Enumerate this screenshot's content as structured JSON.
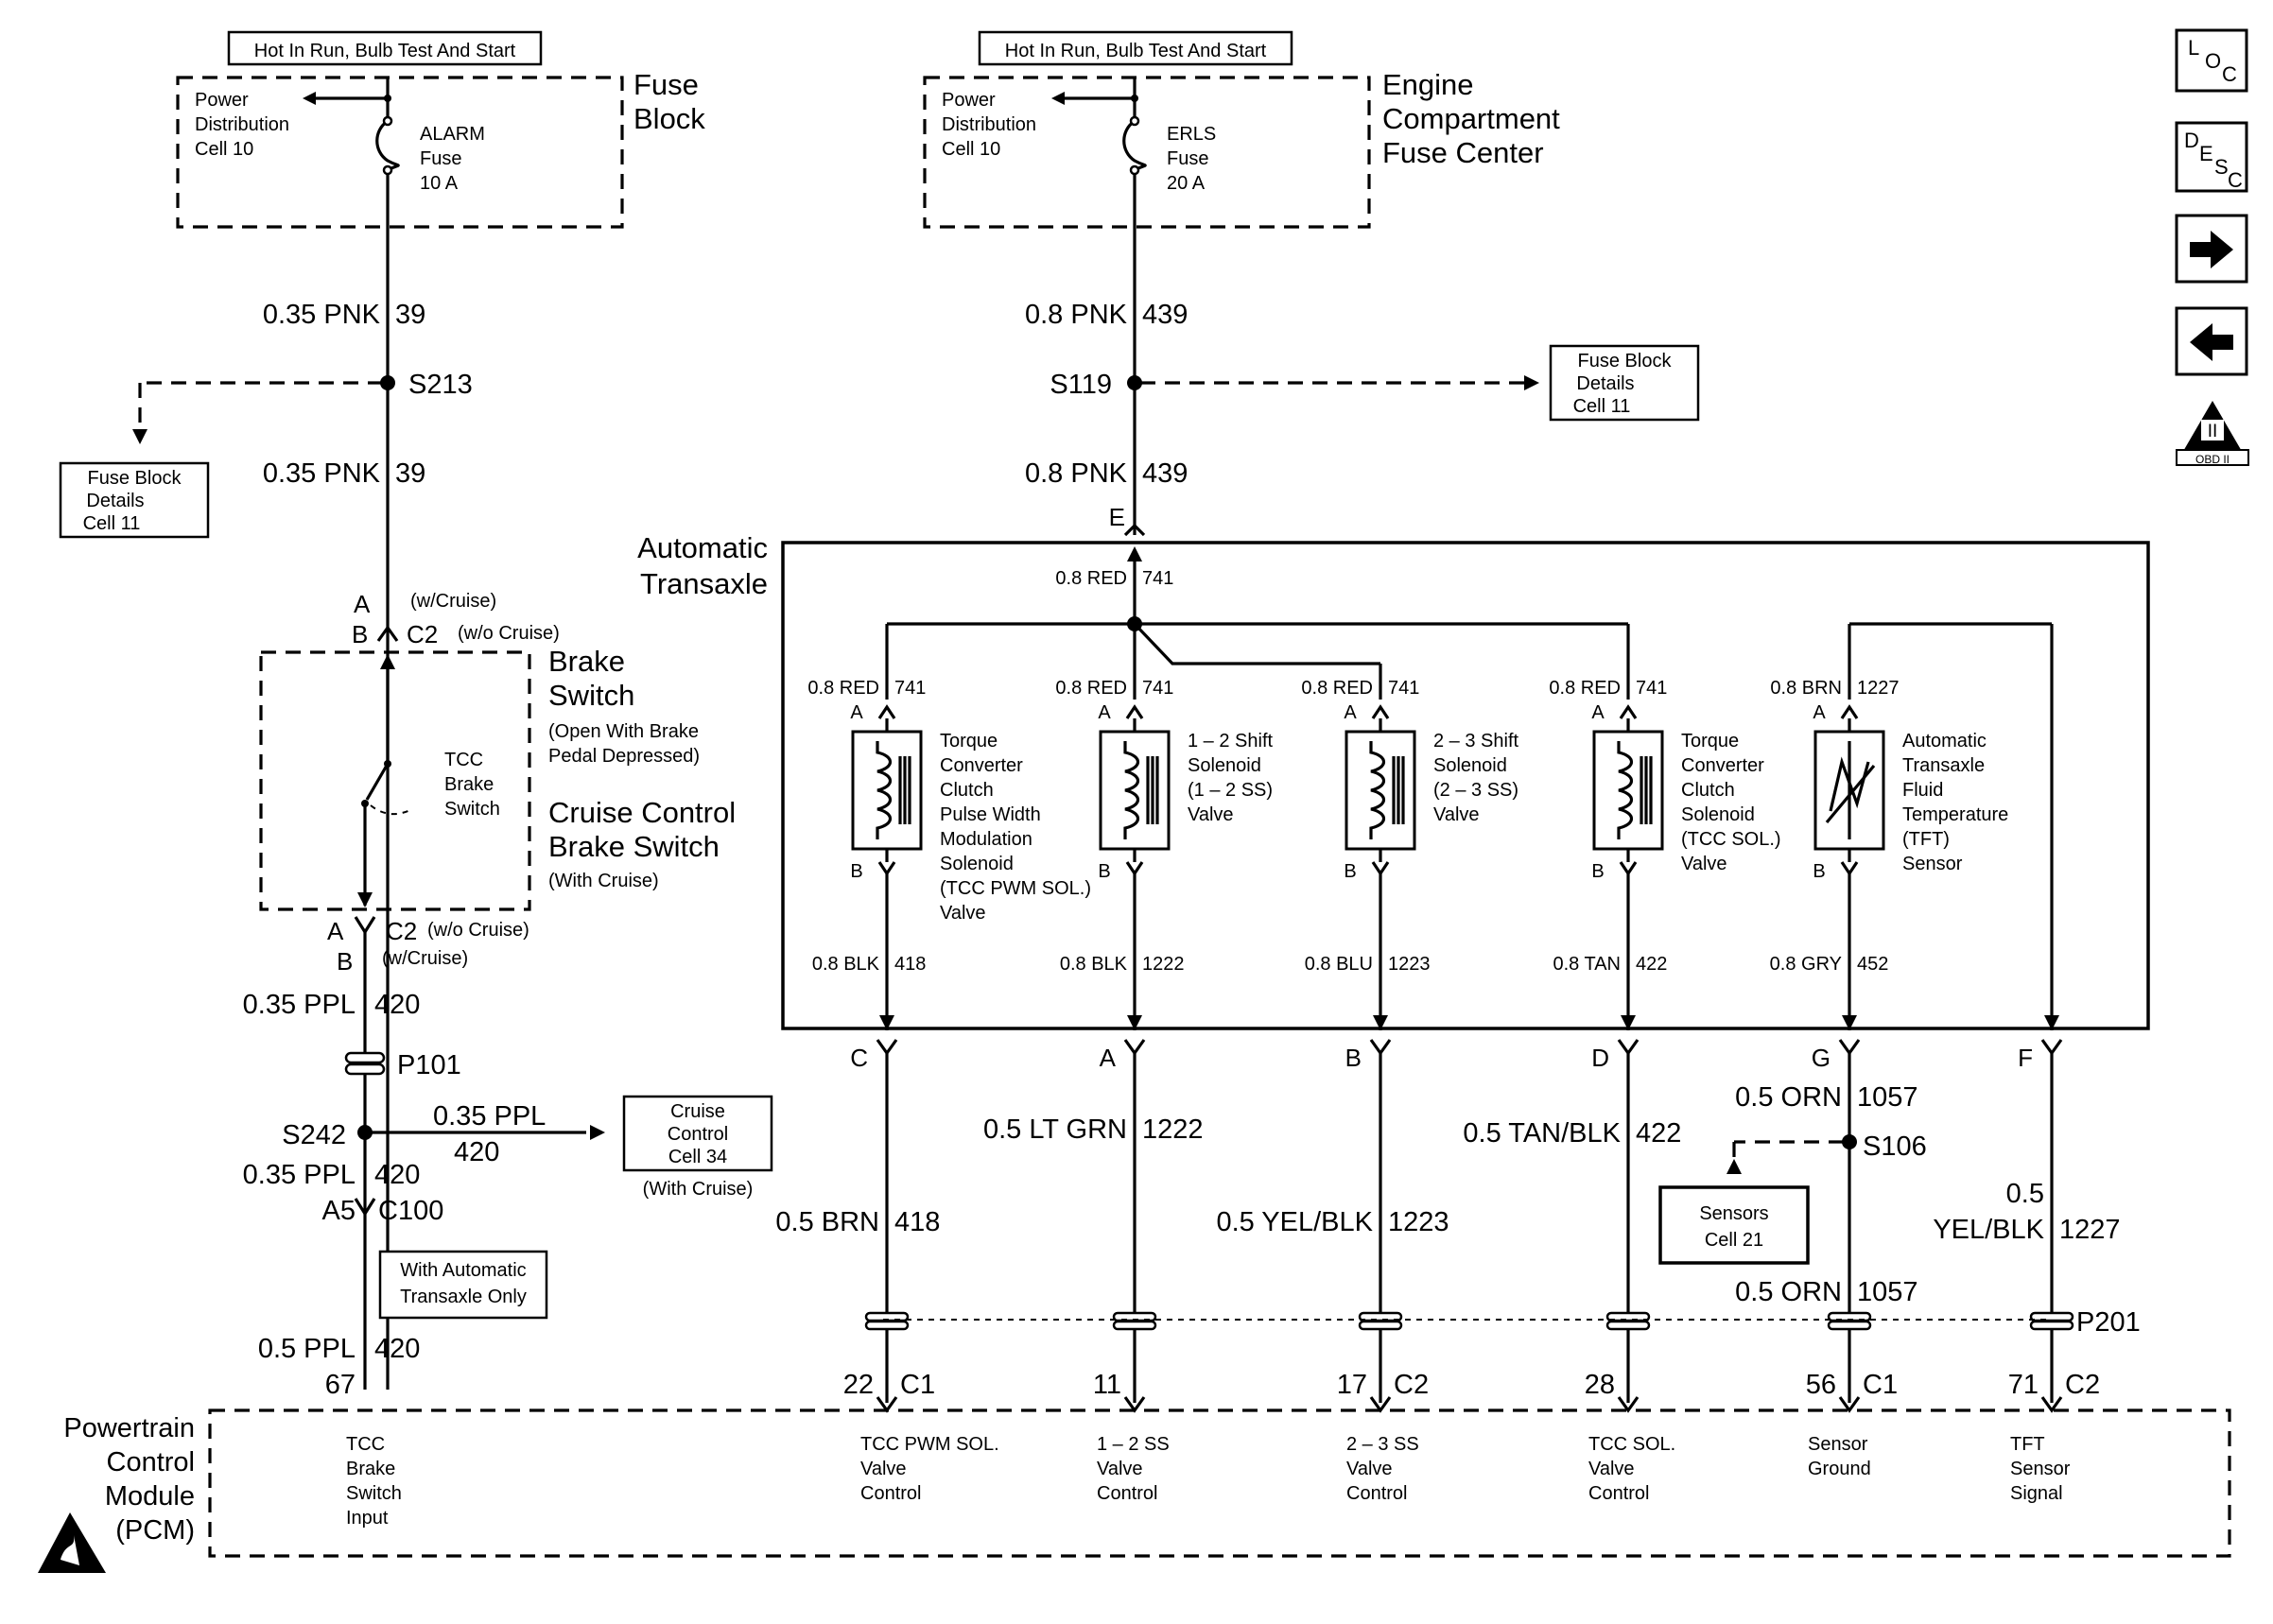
{
  "fuse_left": {
    "supply_label": "Hot In Run, Bulb Test And Start",
    "block_title": [
      "Fuse",
      "Block"
    ],
    "power_distribution": [
      "Power",
      "Distribution",
      "Cell 10"
    ],
    "fuse": [
      "ALARM",
      "Fuse",
      "10 A"
    ]
  },
  "fuse_right": {
    "supply_label": "Hot In Run, Bulb Test And Start",
    "block_title": [
      "Engine",
      "Compartment",
      "Fuse Center"
    ],
    "power_distribution": [
      "Power",
      "Distribution",
      "Cell 10"
    ],
    "fuse": [
      "ERLS",
      "Fuse",
      "20 A"
    ]
  },
  "left_circuit": {
    "wire1": {
      "gauge_color": "0.35 PNK",
      "circuit": "39"
    },
    "splice": "S213",
    "wire2": {
      "gauge_color": "0.35 PNK",
      "circuit": "39"
    },
    "ref_box": [
      "Fuse Block",
      "Details",
      "Cell 11"
    ],
    "conn_top_a": "A",
    "conn_top_a_note": "(w/Cruise)",
    "conn_top_b": "B",
    "conn_top_c2": "C2",
    "conn_top_b_note": "(w/o Cruise)",
    "brake_switch_title": [
      "Brake",
      "Switch"
    ],
    "brake_switch_note": [
      "(Open With Brake",
      "Pedal Depressed)"
    ],
    "tcc_switch": [
      "TCC",
      "Brake",
      "Switch"
    ],
    "cruise_switch_title": [
      "Cruise Control",
      "Brake Switch"
    ],
    "cruise_switch_note": "(With Cruise)",
    "conn_bot_a": "A",
    "conn_bot_c2": "C2",
    "conn_bot_a_note": "(w/o Cruise)",
    "conn_bot_b": "B",
    "conn_bot_b_note": "(w/Cruise)",
    "wire3": {
      "gauge_color": "0.35 PPL",
      "circuit": "420"
    },
    "passthrough": "P101",
    "splice2": "S242",
    "branch_wire": {
      "gauge_color": "0.35 PPL",
      "circuit": "420"
    },
    "cruise_ref": [
      "Cruise",
      "Control",
      "Cell 34"
    ],
    "cruise_ref_note": "(With Cruise)",
    "wire4": {
      "gauge_color": "0.35 PPL",
      "circuit": "420"
    },
    "conn_a5": "A5",
    "conn_c100": "C100",
    "auto_note": [
      "With Automatic",
      "Transaxle Only"
    ],
    "wire5": {
      "gauge_color": "0.5 PPL",
      "circuit": "420"
    },
    "pcm_pin": "67"
  },
  "right_feed": {
    "wire1": {
      "gauge_color": "0.8 PNK",
      "circuit": "439"
    },
    "splice": "S119",
    "ref_box": [
      "Fuse Block",
      "Details",
      "Cell 11"
    ],
    "wire2": {
      "gauge_color": "0.8 PNK",
      "circuit": "439"
    },
    "conn_e": "E"
  },
  "transaxle": {
    "title": [
      "Automatic",
      "Transaxle"
    ],
    "feed": {
      "gauge_color": "0.8 RED",
      "circuit": "741"
    },
    "components": [
      {
        "top_wire": "0.8 RED",
        "top_ckt": "741",
        "pin_a": "A",
        "pin_b": "B",
        "name": [
          "Torque",
          "Converter",
          "Clutch",
          "Pulse Width",
          "Modulation",
          "Solenoid",
          "(TCC PWM SOL.)",
          "Valve"
        ],
        "bot_wire": "0.8 BLK",
        "bot_ckt": "418"
      },
      {
        "top_wire": "0.8 RED",
        "top_ckt": "741",
        "pin_a": "A",
        "pin_b": "B",
        "name": [
          "1 – 2 Shift",
          "Solenoid",
          "(1 – 2 SS)",
          "Valve"
        ],
        "bot_wire": "0.8 BLK",
        "bot_ckt": "1222"
      },
      {
        "top_wire": "0.8 RED",
        "top_ckt": "741",
        "pin_a": "A",
        "pin_b": "B",
        "name": [
          "2 – 3 Shift",
          "Solenoid",
          "(2 – 3 SS)",
          "Valve"
        ],
        "bot_wire": "0.8 BLU",
        "bot_ckt": "1223"
      },
      {
        "top_wire": "0.8 RED",
        "top_ckt": "741",
        "pin_a": "A",
        "pin_b": "B",
        "name": [
          "Torque",
          "Converter",
          "Clutch",
          "Solenoid",
          "(TCC SOL.)",
          "Valve"
        ],
        "bot_wire": "0.8 TAN",
        "bot_ckt": "422"
      },
      {
        "top_wire": "0.8 BRN",
        "top_ckt": "1227",
        "pin_a": "A",
        "pin_b": "B",
        "name": [
          "Automatic",
          "Transaxle",
          "Fluid",
          "Temperature",
          "(TFT)",
          "Sensor"
        ],
        "bot_wire": "0.8 GRY",
        "bot_ckt": "452"
      }
    ]
  },
  "harness": [
    {
      "conn": "C",
      "wire": "0.5 BRN",
      "ckt": "418",
      "pin": "22",
      "pcm_conn": "C1"
    },
    {
      "conn": "A",
      "wire": "0.5 LT GRN",
      "ckt": "1222",
      "pin": "11",
      "pcm_conn": ""
    },
    {
      "conn": "B",
      "wire": "0.5 YEL/BLK",
      "ckt": "1223",
      "pin": "17",
      "pcm_conn": "C2"
    },
    {
      "conn": "D",
      "wire": "0.5 TAN/BLK",
      "ckt": "422",
      "pin": "28",
      "pcm_conn": ""
    },
    {
      "conn": "G",
      "wire": "0.5 ORN",
      "ckt": "1057",
      "wire_lower": "0.5 ORN",
      "ckt_lower": "1057",
      "splice": "S106",
      "pin": "56",
      "pcm_conn": "C1"
    },
    {
      "conn": "F",
      "wire": "0.5",
      "wire2": "YEL/BLK",
      "ckt": "1227",
      "pin": "71",
      "pcm_conn": "C2"
    }
  ],
  "sensors_ref": [
    "Sensors",
    "Cell 21"
  ],
  "passthrough_right": "P201",
  "pcm": {
    "title": [
      "Powertrain",
      "Control",
      "Module",
      "(PCM)"
    ],
    "inputs": [
      [
        "TCC",
        "Brake",
        "Switch",
        "Input"
      ],
      [
        "TCC PWM SOL.",
        "Valve",
        "Control"
      ],
      [
        "1 – 2 SS",
        "Valve",
        "Control"
      ],
      [
        "2 – 3 SS",
        "Valve",
        "Control"
      ],
      [
        "TCC SOL.",
        "Valve",
        "Control"
      ],
      [
        "Sensor",
        "Ground"
      ],
      [
        "TFT",
        "Sensor",
        "Signal"
      ]
    ]
  },
  "nav": {
    "loc": [
      "L",
      "O",
      "C"
    ],
    "desc": [
      "D",
      "E",
      "S",
      "C"
    ],
    "obd": "OBD II",
    "obd_roman": "II"
  }
}
